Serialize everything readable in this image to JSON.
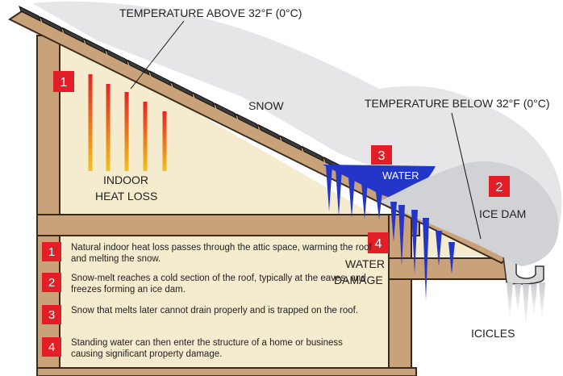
{
  "labels": {
    "temp_above": "TEMPERATURE ABOVE 32°F (0°C)",
    "temp_below": "TEMPERATURE BELOW 32°F (0°C)",
    "snow": "SNOW",
    "water": "WATER",
    "ice_dam": "ICE DAM",
    "indoor_line1": "INDOOR",
    "indoor_line2": "HEAT LOSS",
    "water_damage_line1": "WATER",
    "water_damage_line2": "DAMAGE",
    "icicles": "ICICLES"
  },
  "badges": [
    "1",
    "2",
    "3",
    "4"
  ],
  "legend": [
    {
      "num": "1",
      "text": "Natural indoor heat loss passes through the attic space, warming the roof and melting the snow."
    },
    {
      "num": "2",
      "text": "Snow-melt reaches a cold section of the roof, typically at the eaves, and freezes forming an ice dam."
    },
    {
      "num": "3",
      "text": "Snow that melts later cannot drain properly and is trapped on the roof."
    },
    {
      "num": "4",
      "text": "Standing water can then enter the structure of a home or business causing significant property damage."
    }
  ],
  "colors": {
    "badge": "#e21f26",
    "wood": "#c9a27a",
    "attic": "#f5ebce",
    "water": "#2336c8",
    "snow": "#e6e6e8",
    "shingle": "#3a3a3a"
  }
}
